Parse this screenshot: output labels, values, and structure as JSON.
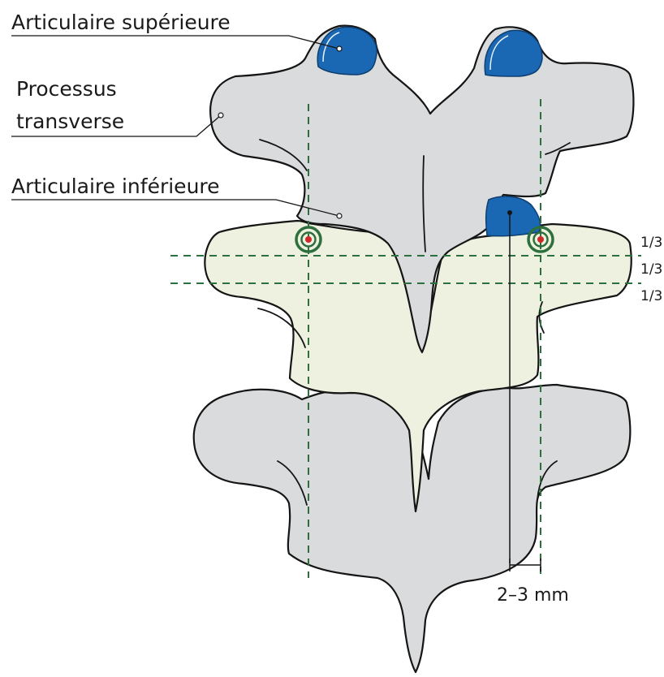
{
  "labels": {
    "superior_articular": "Articulaire supérieure",
    "transverse_process_line1": "Processus",
    "transverse_process_line2": "transverse",
    "inferior_articular": "Articulaire inférieure"
  },
  "fractions": [
    "1/3",
    "1/3",
    "1/3"
  ],
  "measurement": "2–3 mm",
  "colors": {
    "bone_gray": "#d9dbdc",
    "bone_highlight": "#eef1df",
    "articular_blue": "#1a67b4",
    "guide_green": "#2e6f3e",
    "target_red": "#cc2a2a",
    "outline": "#151515"
  }
}
